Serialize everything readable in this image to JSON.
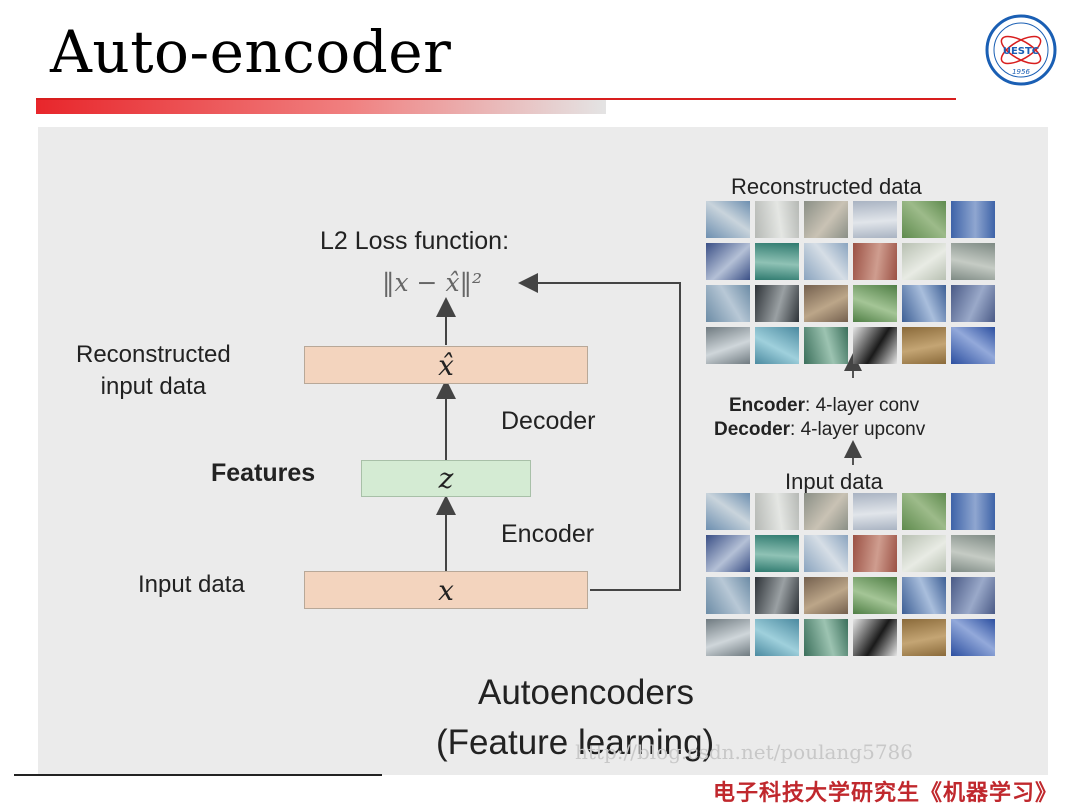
{
  "slide": {
    "title": "Auto-encoder",
    "footer": "电子科技大学研究生《机器学习》",
    "watermark": "http://blog.csdn.net/poulang5786"
  },
  "logo": {
    "text": "UESTC",
    "year": "1956"
  },
  "diagram": {
    "loss_title": "L2 Loss function:",
    "loss_formula": "‖x − x̂‖²",
    "reconstructed_label_line1": "Reconstructed",
    "reconstructed_label_line2": "input data",
    "reconstructed_symbol": "x̂",
    "decoder_label": "Decoder",
    "features_label": "Features",
    "features_symbol": "z",
    "encoder_label": "Encoder",
    "input_label": "Input data",
    "input_symbol": "x"
  },
  "examples": {
    "reconstructed_title": "Reconstructed data",
    "encoder_key": "Encoder",
    "encoder_value": ": 4-layer conv",
    "decoder_key": "Decoder",
    "decoder_value": ": 4-layer upconv",
    "input_title": "Input data"
  },
  "caption": {
    "line1": "Autoencoders",
    "line2": "(Feature learning)"
  },
  "colors": {
    "accent_red": "#d81e1e",
    "box_peach": "#f3d4be",
    "box_green": "#d4ebd3",
    "footer_red": "#c0282d"
  }
}
